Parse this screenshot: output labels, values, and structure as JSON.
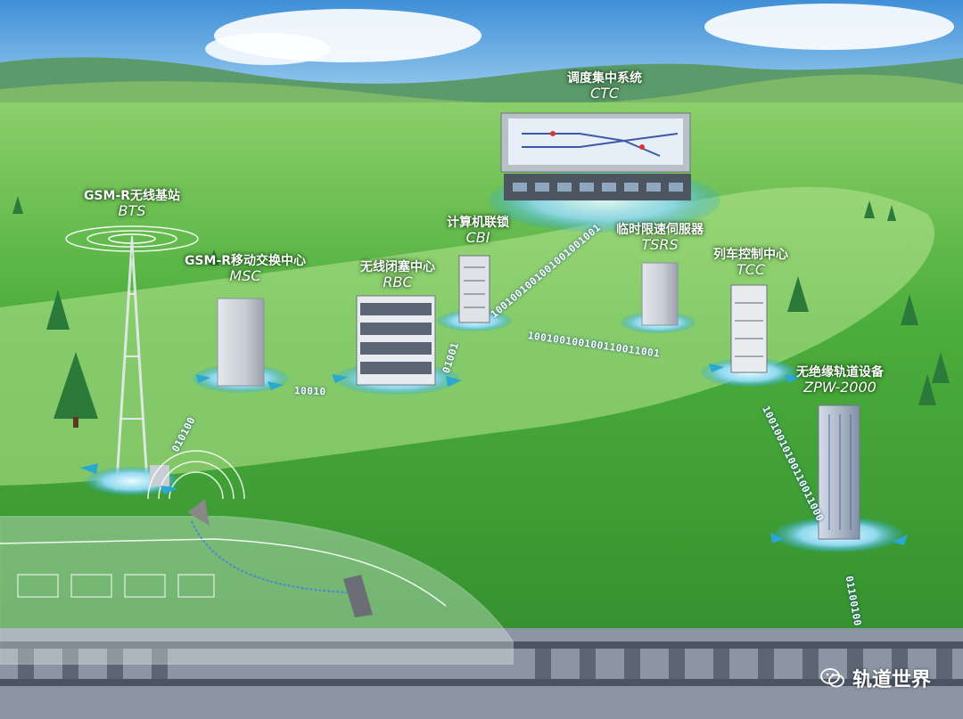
{
  "nodes": {
    "ctc": {
      "zh": "调度集中系统",
      "en": "CTC"
    },
    "bts": {
      "zh": "GSM-R无线基站",
      "en": "BTS"
    },
    "msc": {
      "zh": "GSM-R移动交换中心",
      "en": "MSC"
    },
    "rbc": {
      "zh": "无线闭塞中心",
      "en": "RBC"
    },
    "cbi": {
      "zh": "计算机联锁",
      "en": "CBI"
    },
    "tsrs": {
      "zh": "临时限速伺服器",
      "en": "TSRS"
    },
    "tcc": {
      "zh": "列车控制中心",
      "en": "TCC"
    },
    "zpw": {
      "zh": "无绝缘轨道设备",
      "en": "ZPW-2000"
    }
  },
  "bitstreams": {
    "bts_msc": "010100",
    "msc_rbc": "10010",
    "rbc_cbi": "01001",
    "cbi_ctc": "1001001001001001001001",
    "cbi_tcc": "100100100100110011001",
    "tcc_zpw": "10010010100110011000",
    "zpw_track": "01100100"
  },
  "watermark": {
    "icon": "wechat-icon",
    "text": "轨道世界"
  },
  "colors": {
    "sky": "#5aa8e0",
    "grass": "#3aa632",
    "ring": "#3fb6d8",
    "arrow": "#2aa8d0"
  }
}
